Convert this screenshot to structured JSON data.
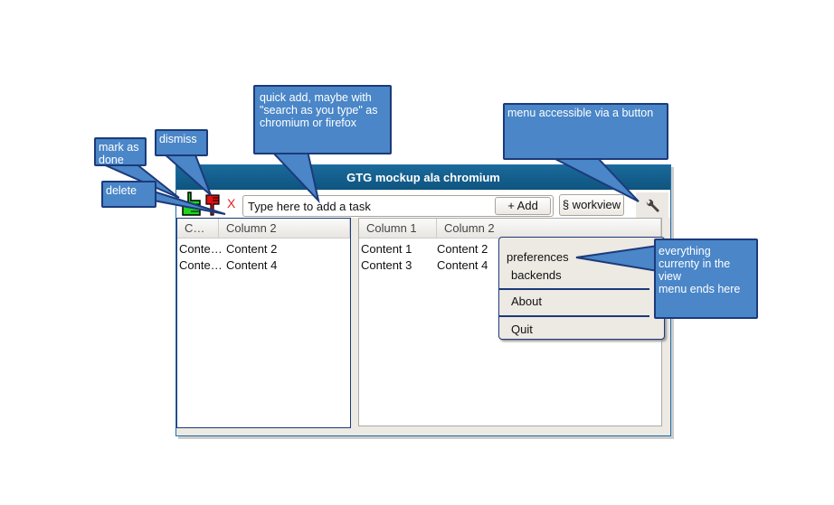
{
  "window": {
    "title": "GTG mockup ala chromium"
  },
  "toolbar": {
    "done_icon": "thumbs-up-icon",
    "dismiss_icon": "thumbs-down-icon",
    "delete_label": "X",
    "input_placeholder": "Type here to add a task",
    "add_label": "+  Add",
    "workview_label": "§ workview",
    "menu_icon": "wrench-icon"
  },
  "left_pane": {
    "headers": [
      "C…",
      "Column 2"
    ],
    "rows": [
      [
        "Conte…",
        "Content 2"
      ],
      [
        "Conte…",
        "Content 4"
      ]
    ]
  },
  "right_pane": {
    "headers": [
      "Column 1",
      "Column 2"
    ],
    "rows": [
      [
        "Content 1",
        "Content 2"
      ],
      [
        "Content 3",
        "Content 4"
      ]
    ]
  },
  "menu": {
    "items": [
      "preferences",
      "backends",
      "About",
      "Quit"
    ]
  },
  "callouts": {
    "mark_done": "mark as done",
    "dismiss": "dismiss",
    "quick_add": "quick add, maybe with \"search as you type\" as chromium or firefox",
    "menu_button": "menu accessible via a button",
    "delete": "delete",
    "menu_note": "everything currenty in the view\n menu ends here"
  },
  "colors": {
    "callout": "#4a86c8",
    "callout_border": "#1c3a7a",
    "title_bar": "#1a6a9a"
  }
}
